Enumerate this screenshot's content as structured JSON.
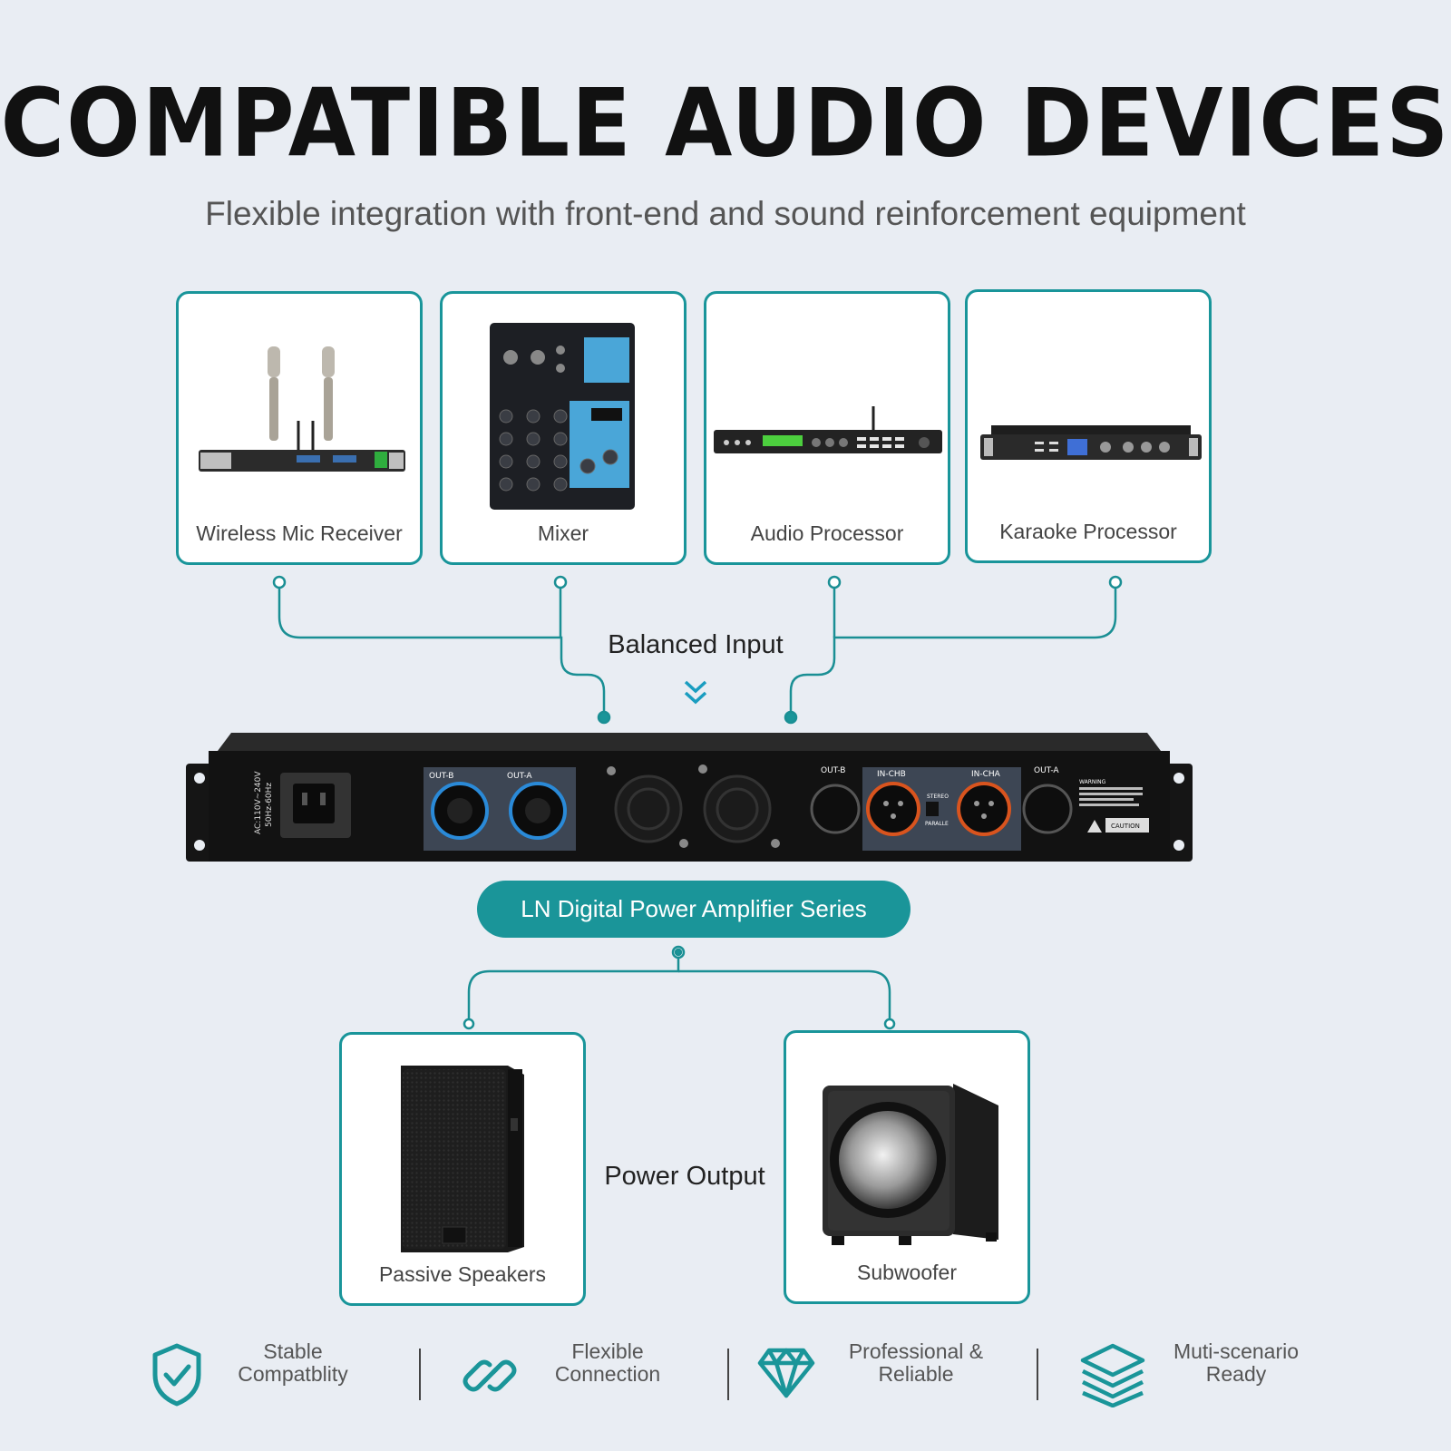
{
  "title": "COMPATIBLE AUDIO DEVICES",
  "subtitle": "Flexible integration with front-end and sound reinforcement equipment",
  "input_devices": [
    {
      "label": "Wireless Mic Receiver",
      "icon": "wireless-mic-receiver-image"
    },
    {
      "label": "Mixer",
      "icon": "mixer-image"
    },
    {
      "label": "Audio Processor",
      "icon": "audio-processor-image"
    },
    {
      "label": "Karaoke Processor",
      "icon": "karaoke-processor-image"
    }
  ],
  "balanced_input_label": "Balanced Input",
  "amplifier": {
    "series_label": "LN Digital Power Amplifier Series",
    "panel_text": {
      "power": "AC:110V~240V",
      "freq": "50Hz-60Hz",
      "out_b": "OUT-B",
      "out_a": "OUT-A",
      "in_chb": "IN-CHB",
      "in_cha": "IN-CHA",
      "stereo": "STEREO",
      "parallel": "PARALLE",
      "warning": "WARNING",
      "caution": "CAUTION"
    }
  },
  "output_label": "Power Output",
  "output_devices": [
    {
      "label": "Passive Speakers",
      "icon": "passive-speaker-image"
    },
    {
      "label": "Subwoofer",
      "icon": "subwoofer-image"
    }
  ],
  "features": [
    {
      "line1": "Stable",
      "line2": "Compatblity",
      "icon": "shield-check-icon"
    },
    {
      "line1": "Flexible",
      "line2": "Connection",
      "icon": "link-icon"
    },
    {
      "line1": "Professional &",
      "line2": "Reliable",
      "icon": "diamond-icon"
    },
    {
      "line1": "Muti-scenario",
      "line2": "Ready",
      "icon": "layers-icon"
    }
  ],
  "colors": {
    "accent": "#1a9599",
    "background": "#e9edf3",
    "title": "#111111"
  }
}
